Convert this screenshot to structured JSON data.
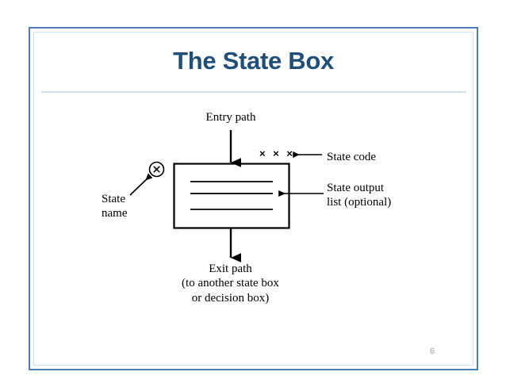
{
  "slide": {
    "title": "The State Box",
    "page_number": "6",
    "accent_color": "#4a7ebb",
    "title_color": "#1f4e79",
    "divider_color": "#d3e0ea",
    "page_number_color": "#9aa5ad",
    "background_color": "#ffffff"
  },
  "figure": {
    "ink_color": "#000000",
    "state_box": {
      "output_line_count": 3
    },
    "labels": {
      "entry_path": "Entry path",
      "state_code": "State code",
      "state_output_line1": "State output",
      "state_output_line2": "list (optional)",
      "state_name_line1": "State",
      "state_name_line2": "name",
      "exit_path_line1": "Exit path",
      "exit_path_line2": "(to another state box",
      "exit_path_line3": "or decision box)",
      "state_code_marks": "× × ×"
    }
  }
}
